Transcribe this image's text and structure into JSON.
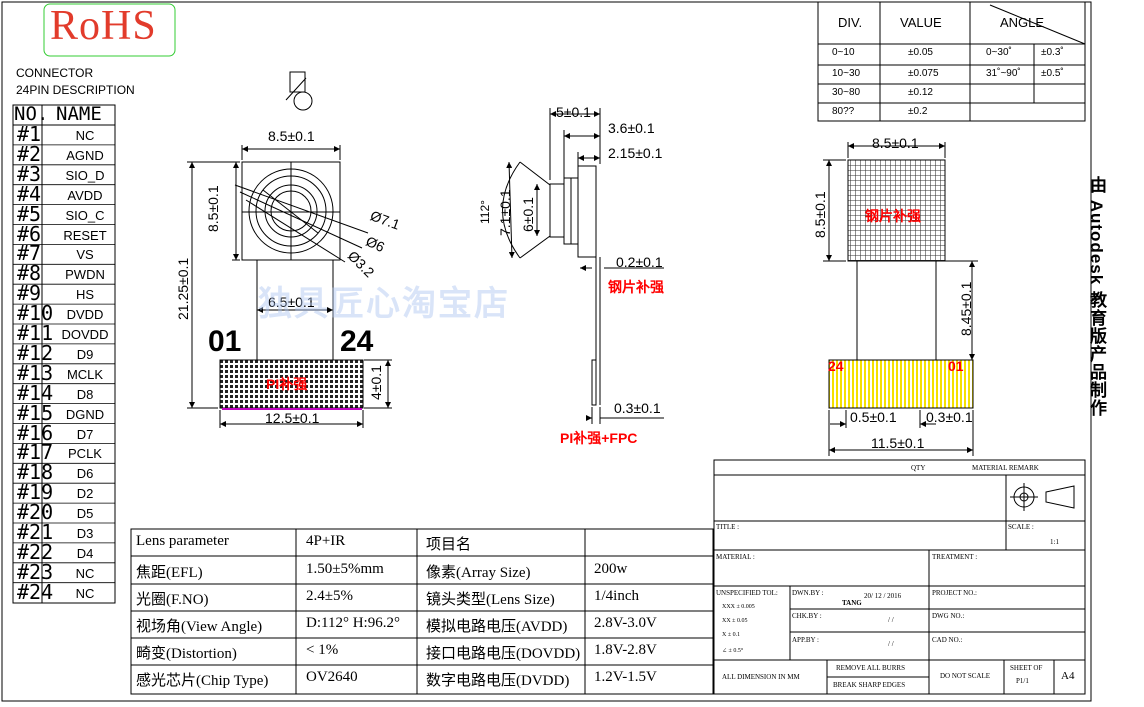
{
  "rohs": "RoHS",
  "connector": {
    "line1": "CONNECTOR",
    "line2": "24PIN  DESCRIPTION",
    "col_no": "NO.",
    "col_name": "NAME"
  },
  "pins": [
    {
      "no": "#1",
      "name": "NC"
    },
    {
      "no": "#2",
      "name": "AGND"
    },
    {
      "no": "#3",
      "name": "SIO_D"
    },
    {
      "no": "#4",
      "name": "AVDD"
    },
    {
      "no": "#5",
      "name": "SIO_C"
    },
    {
      "no": "#6",
      "name": "RESET"
    },
    {
      "no": "#7",
      "name": "VS"
    },
    {
      "no": "#8",
      "name": "PWDN"
    },
    {
      "no": "#9",
      "name": "HS"
    },
    {
      "no": "#10",
      "name": "DVDD"
    },
    {
      "no": "#11",
      "name": "DOVDD"
    },
    {
      "no": "#12",
      "name": "D9"
    },
    {
      "no": "#13",
      "name": "MCLK"
    },
    {
      "no": "#14",
      "name": "D8"
    },
    {
      "no": "#15",
      "name": "DGND"
    },
    {
      "no": "#16",
      "name": "D7"
    },
    {
      "no": "#17",
      "name": "PCLK"
    },
    {
      "no": "#18",
      "name": "D6"
    },
    {
      "no": "#19",
      "name": "D2"
    },
    {
      "no": "#20",
      "name": "D5"
    },
    {
      "no": "#21",
      "name": "D3"
    },
    {
      "no": "#22",
      "name": "D4"
    },
    {
      "no": "#23",
      "name": "NC"
    },
    {
      "no": "#24",
      "name": "NC"
    }
  ],
  "front_view": {
    "width": "8.5±0.1",
    "height": "8.5±0.1",
    "total_height": "21.25±0.1",
    "fpc_width": "6.5±0.1",
    "stiffener_width": "12.5±0.1",
    "stiffener_height": "4±0.1",
    "d1": "Ø7.1",
    "d2": "Ø6",
    "d3": "Ø3.2",
    "pin_left": "01",
    "pin_right": "24",
    "stiffener_label": "PI补强"
  },
  "side_view": {
    "dim_top1": "5±0.1",
    "dim_top2": "3.6±0.1",
    "dim_top3": "2.15±0.1",
    "angle": "112°",
    "h1": "7.1±0.1",
    "h2": "6±0.1",
    "t1": "0.2±0.1",
    "t2": "0.3±0.1",
    "label_steel": "钢片补强",
    "label_pi": "PI补强+FPC"
  },
  "back_view": {
    "width": "8.5±0.1",
    "height": "8.5±0.1",
    "fpc_len": "8.45±0.1",
    "pitch": "0.5±0.1",
    "pad": "0.3±0.1",
    "total": "11.5±0.1",
    "pin_left": "24",
    "pin_right": "01",
    "label_steel": "钢片补强"
  },
  "tolerance": {
    "headers": [
      "DIV.",
      "VALUE",
      "ANGLE"
    ],
    "rows": [
      {
        "div": "0~10",
        "value": "±0.05",
        "a1": "0~30˚",
        "a2": "±0.3˚"
      },
      {
        "div": "10~30",
        "value": "±0.075",
        "a1": "31˚~90˚",
        "a2": "±0.5˚"
      },
      {
        "div": "30~80",
        "value": "±0.12",
        "a1": "",
        "a2": ""
      },
      {
        "div": "80??",
        "value": "±0.2",
        "a1": "",
        "a2": ""
      }
    ]
  },
  "side_text": "由 Autodesk 教育版产品制作",
  "watermark": "独具匠心淘宝店",
  "params": [
    [
      "Lens parameter",
      "4P+IR",
      "项目名",
      ""
    ],
    [
      "焦距(EFL)",
      "1.50±5%mm",
      "像素(Array Size)",
      "200w"
    ],
    [
      "光圈(F.NO)",
      "2.4±5%",
      "镜头类型(Lens Size)",
      "1/4inch"
    ],
    [
      "视场角(View Angle)",
      "D:112°  H:96.2°",
      "模拟电路电压(AVDD)",
      "2.8V-3.0V"
    ],
    [
      "畸变(Distortion)",
      "< 1%",
      "接口电路电压(DOVDD)",
      "1.8V-2.8V"
    ],
    [
      "感光芯片(Chip Type)",
      "OV2640",
      "数字电路电压(DVDD)",
      "1.2V-1.5V"
    ]
  ],
  "title_block": {
    "qty": "QTY",
    "material_remark": "MATERIAL REMARK",
    "title": "TITLE :",
    "scale": "SCALE :",
    "scale_val": "1:1",
    "material": "MATERIAL :",
    "treatment": "TREATMENT :",
    "unspec": "UNSPECIFIED TOL:",
    "tol1": "XXX  ±  0.005",
    "tol2": "XX   ±  0.05",
    "tol3": "X    ±  0.1",
    "tol4": "∠   ±  0.5°",
    "dwn": "DWN.BY :",
    "dwn_name": "TANG",
    "dwn_date": "20/ 12 / 2016",
    "chk": "CHK.BY :",
    "app": "APP.BY :",
    "slash": "/   /",
    "project": "PROJECT NO.:",
    "dwg": "DWG NO.:",
    "cad": "CAD NO.:",
    "all_dim": "ALL DIMENSION IN MM",
    "remove": "REMOVE ALL BURRS",
    "break": "BREAK SHARP EDGES",
    "dns": "DO NOT SCALE",
    "sheet": "SHEET OF",
    "sheet_val": "P1/1",
    "size": "A4"
  }
}
